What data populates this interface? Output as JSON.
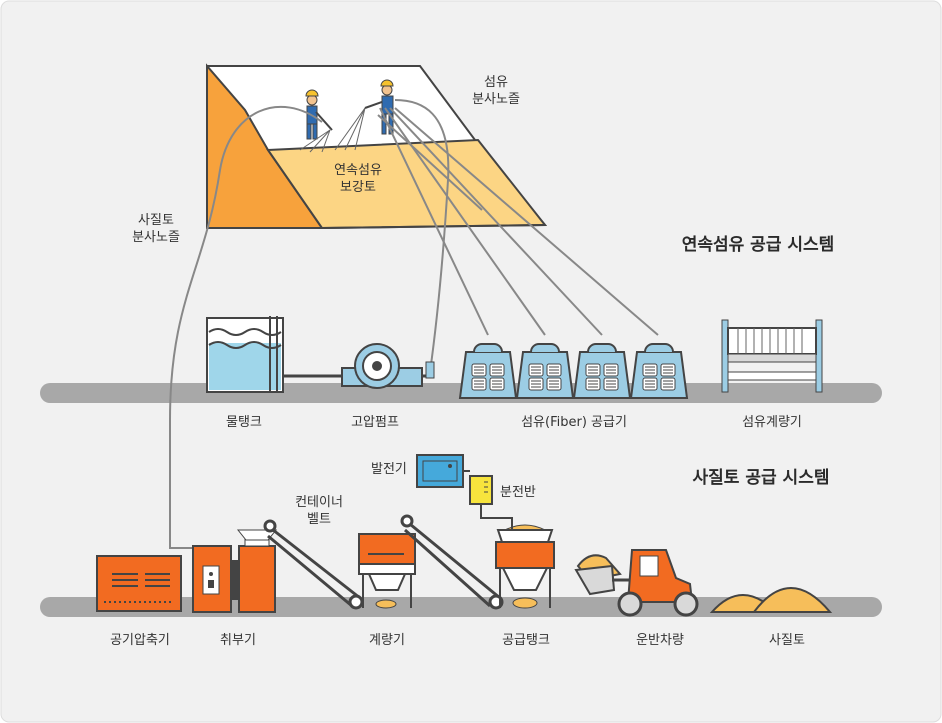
{
  "titles": {
    "fiber_system": "연속섬유 공급 시스템",
    "soil_system": "사질토 공급 시스템"
  },
  "labels": {
    "fiber_nozzle_1": "섬유",
    "fiber_nozzle_2": "분사노즐",
    "soil_nozzle_1": "사질토",
    "soil_nozzle_2": "분사노즐",
    "slope_1": "연속섬유",
    "slope_2": "보강토",
    "water_tank": "물탱크",
    "hp_pump": "고압펌프",
    "fiber_feeder": "섬유(Fiber) 공급기",
    "fiber_meter": "섬유계량기",
    "generator": "발전기",
    "panel": "분전반",
    "conveyor_1": "컨테이너",
    "conveyor_2": "벨트",
    "air_compressor": "공기압축기",
    "blower": "취부기",
    "weigher": "계량기",
    "supply_tank": "공급탱크",
    "loader": "운반차량",
    "sand": "사질토"
  },
  "colors": {
    "orange": "#f26b21",
    "slope_orange": "#f7a23c",
    "slope_light": "#fcd584",
    "ground": "#a8a8a8",
    "water": "#9fd6ea",
    "feeder_blue": "#9ccde4",
    "generator_blue": "#45a9db",
    "panel_yellow": "#f7e43d",
    "sand": "#f6be5a",
    "outline": "#444444"
  },
  "icons": [
    "worker-icon",
    "pump-icon",
    "fiber-spool-icon",
    "forklift-icon",
    "generator-icon"
  ]
}
